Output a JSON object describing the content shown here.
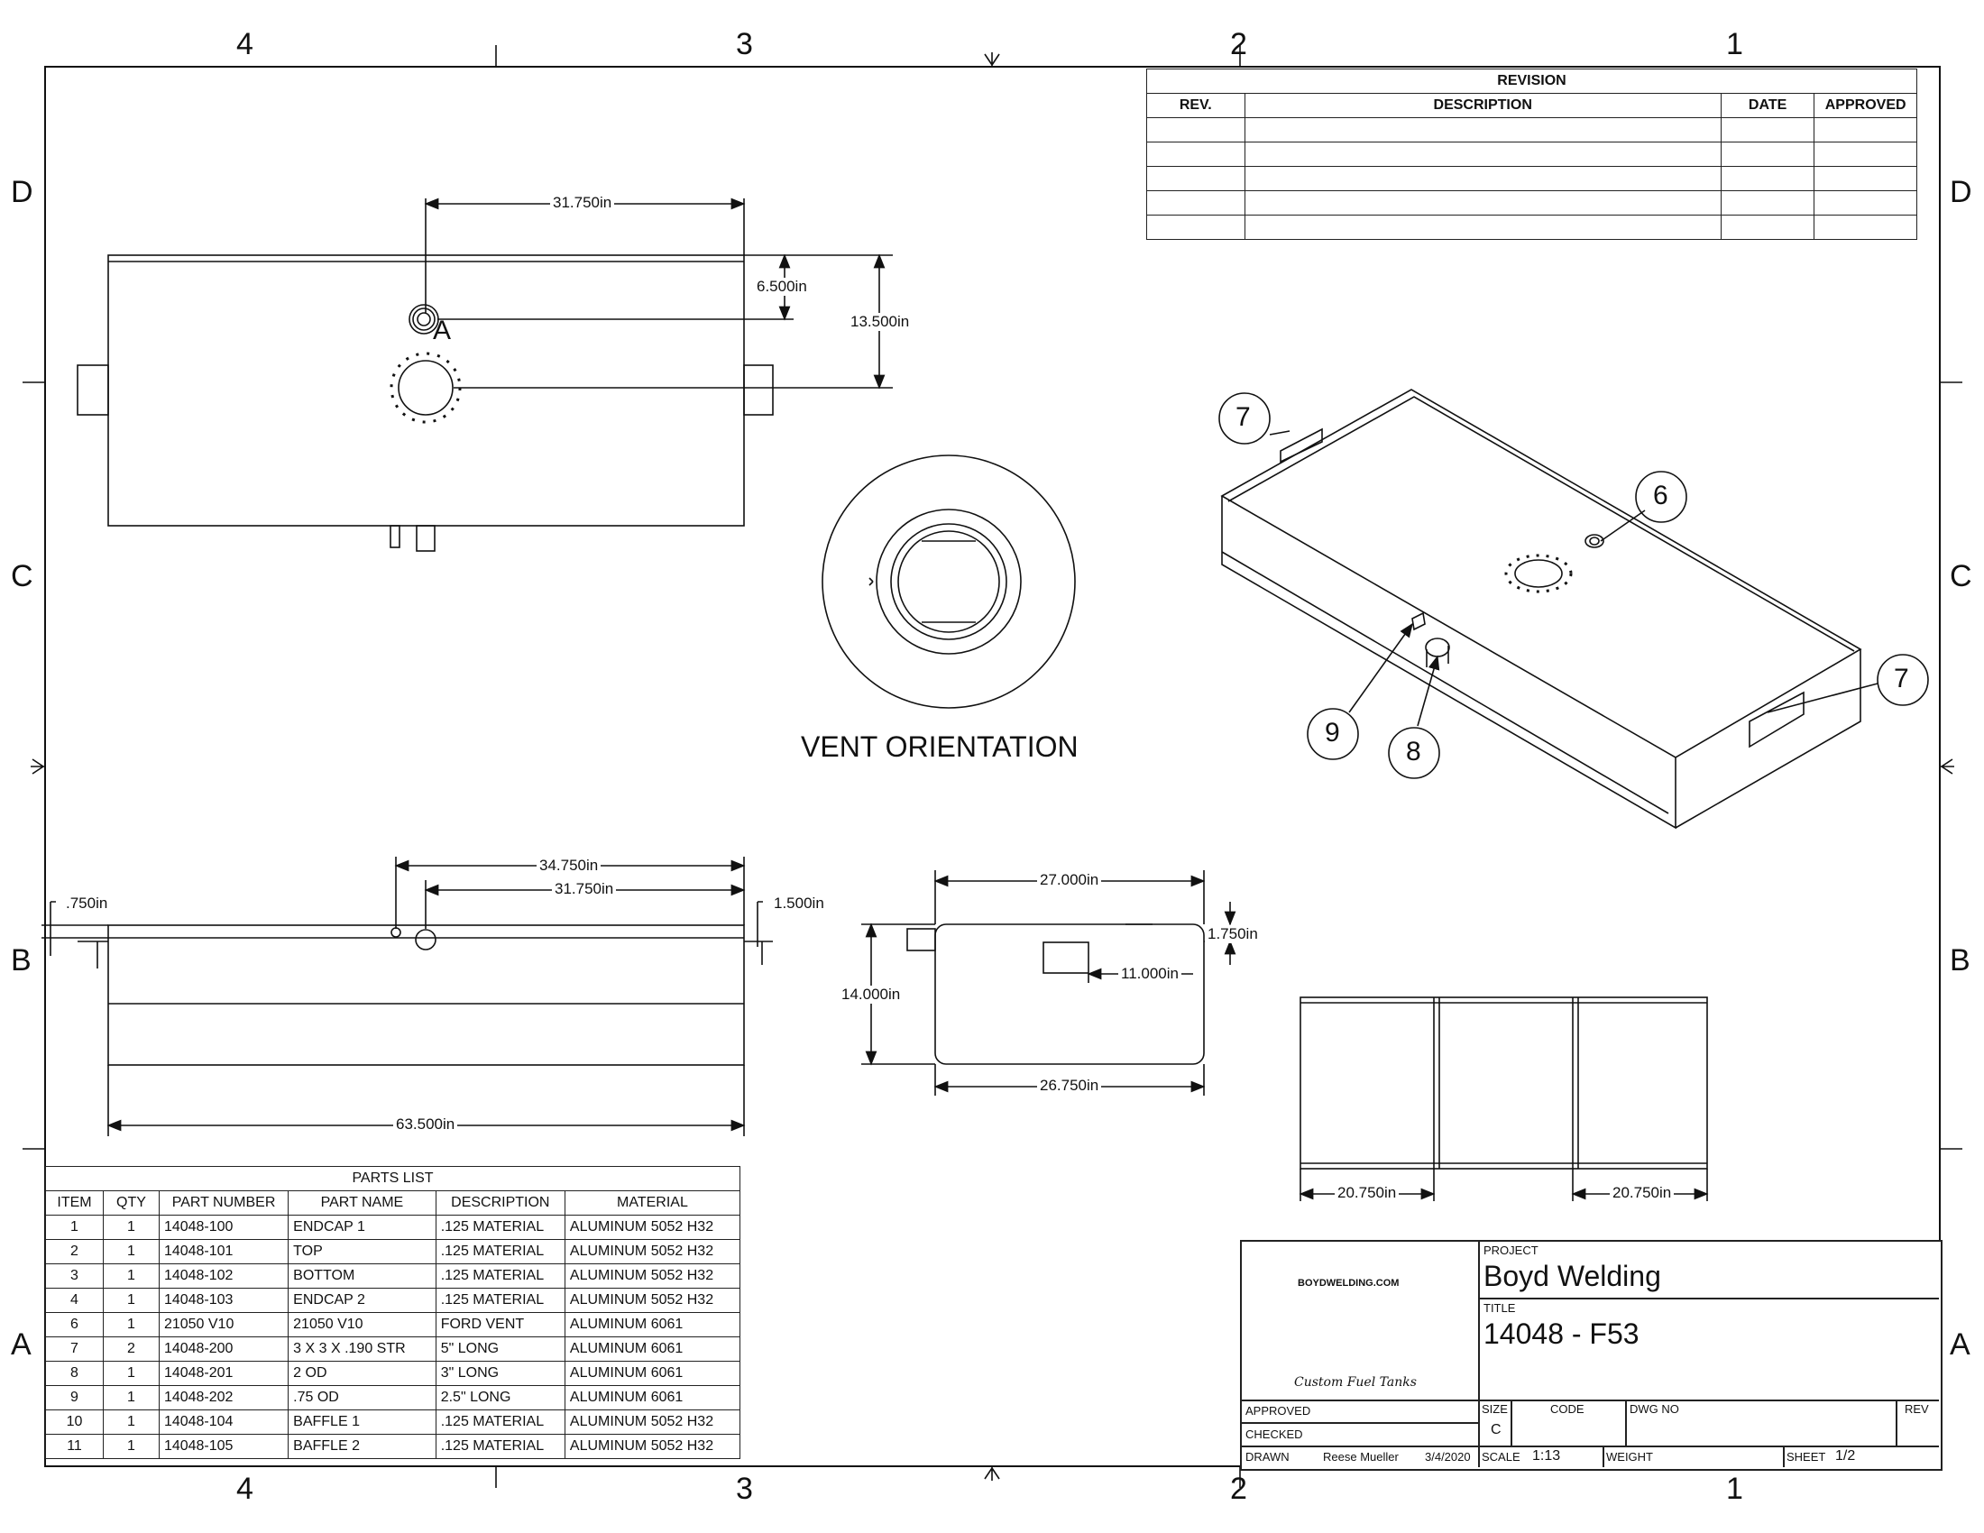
{
  "zones": {
    "columns": [
      "4",
      "3",
      "2",
      "1"
    ],
    "rows": [
      "D",
      "C",
      "B",
      "A"
    ]
  },
  "revision": {
    "title": "REVISION",
    "headers": [
      "REV.",
      "DESCRIPTION",
      "DATE",
      "APPROVED"
    ],
    "rows": 5
  },
  "top_view": {
    "dim_width": "31.750in",
    "dim_vent_offset": "6.500in",
    "dim_center_offset": "13.500in",
    "detail_label": "A"
  },
  "vent": {
    "caption": "VENT ORIENTATION"
  },
  "front_view": {
    "dim_overall": "34.750in",
    "dim_width": "31.750in",
    "dim_left": ".750in",
    "dim_right": "1.500in",
    "dim_length": "63.500in"
  },
  "side_view": {
    "dim_top": "27.000in",
    "dim_height": "14.000in",
    "dim_step": "1.750in",
    "dim_tab": "11.000in",
    "dim_bottom": "26.750in"
  },
  "baffle_view": {
    "dim_left": "20.750in",
    "dim_right": "20.750in"
  },
  "balloons": [
    "7",
    "6",
    "7",
    "9",
    "8"
  ],
  "parts_list": {
    "title": "PARTS LIST",
    "headers": [
      "ITEM",
      "QTY",
      "PART NUMBER",
      "PART NAME",
      "DESCRIPTION",
      "MATERIAL"
    ],
    "rows": [
      [
        "1",
        "1",
        "14048-100",
        "ENDCAP 1",
        ".125 MATERIAL",
        "ALUMINUM 5052 H32"
      ],
      [
        "2",
        "1",
        "14048-101",
        "TOP",
        ".125 MATERIAL",
        "ALUMINUM 5052 H32"
      ],
      [
        "3",
        "1",
        "14048-102",
        "BOTTOM",
        ".125 MATERIAL",
        "ALUMINUM 5052 H32"
      ],
      [
        "4",
        "1",
        "14048-103",
        "ENDCAP 2",
        ".125 MATERIAL",
        "ALUMINUM 5052 H32"
      ],
      [
        "6",
        "1",
        "21050 V10",
        "21050 V10",
        "FORD VENT",
        "ALUMINUM 6061"
      ],
      [
        "7",
        "2",
        "14048-200",
        "3 X 3 X .190 STR",
        "5\" LONG",
        "ALUMINUM 6061"
      ],
      [
        "8",
        "1",
        "14048-201",
        "2 OD",
        "3\" LONG",
        "ALUMINUM 6061"
      ],
      [
        "9",
        "1",
        "14048-202",
        ".75 OD",
        "2.5\" LONG",
        "ALUMINUM 6061"
      ],
      [
        "10",
        "1",
        "14048-104",
        "BAFFLE 1",
        ".125 MATERIAL",
        "ALUMINUM 5052 H32"
      ],
      [
        "11",
        "1",
        "14048-105",
        "BAFFLE 2",
        ".125 MATERIAL",
        "ALUMINUM 5052 H32"
      ]
    ]
  },
  "title_block": {
    "logo_text": "BOYDWELDING.COM",
    "logo_script": "Custom Fuel Tanks",
    "project_label": "PROJECT",
    "project": "Boyd Welding",
    "title_label": "TITLE",
    "title": "14048 - F53",
    "approved_label": "APPROVED",
    "checked_label": "CHECKED",
    "drawn_label": "DRAWN",
    "drawn_by": "Reese Mueller",
    "drawn_date": "3/4/2020",
    "size_label": "SIZE",
    "size": "C",
    "code_label": "CODE",
    "dwg_label": "DWG NO",
    "rev_label": "REV",
    "scale_label": "SCALE",
    "scale": "1:13",
    "weight_label": "WEIGHT",
    "sheet_label": "SHEET",
    "sheet": "1/2"
  }
}
